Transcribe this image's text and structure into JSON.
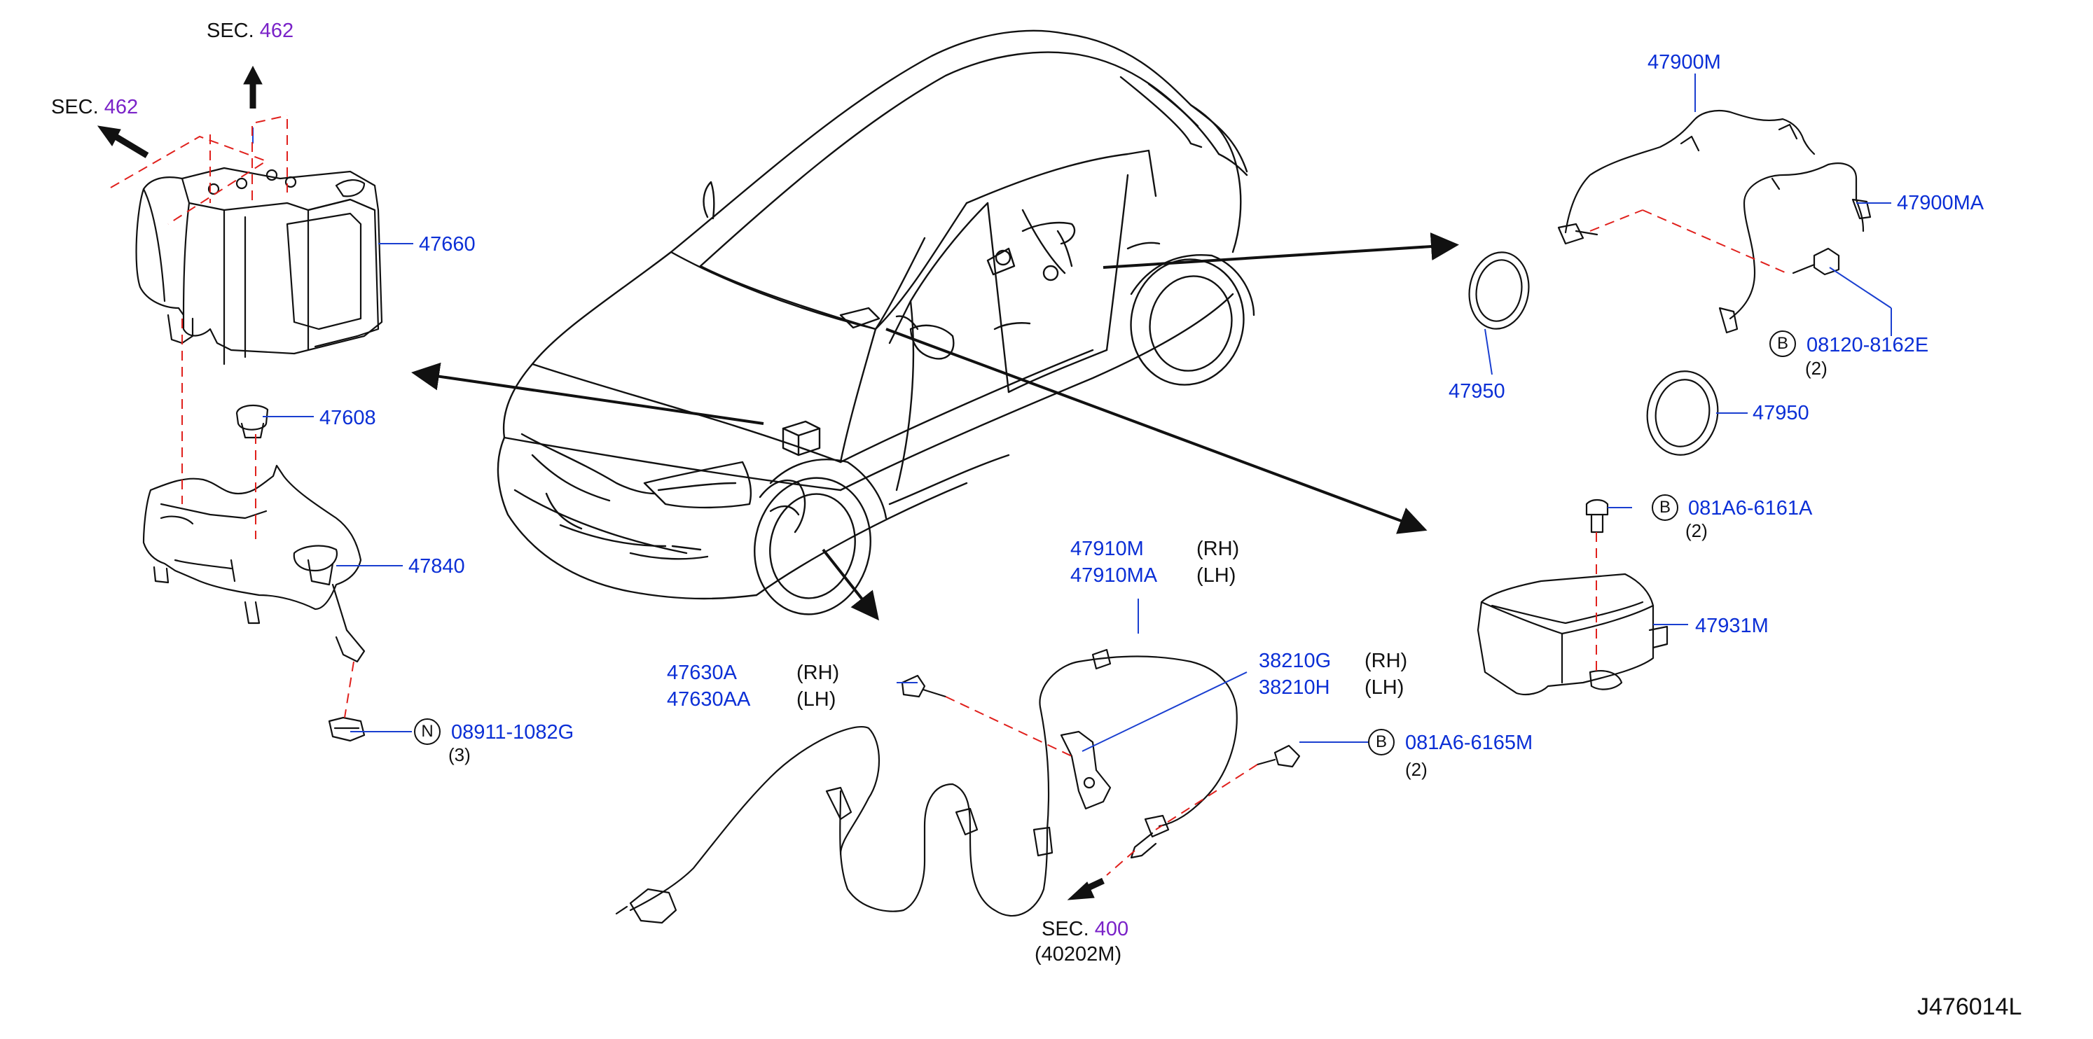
{
  "diagram": {
    "sec_462_top": {
      "prefix": "SEC.",
      "num": "462"
    },
    "sec_462_left": {
      "prefix": "SEC.",
      "num": "462"
    },
    "sec_400": {
      "prefix": "SEC.",
      "num": "400",
      "sub": "(40202M)"
    },
    "parts": {
      "p47660": "47660",
      "p47608": "47608",
      "p47840": "47840",
      "p08911": "08911-1082G",
      "p08911_qty": "(3)",
      "p47900M": "47900M",
      "p47900MA": "47900MA",
      "p08120": "08120-8162E",
      "p08120_qty": "(2)",
      "p47950_a": "47950",
      "p47950_b": "47950",
      "p081A6_top": "081A6-6161A",
      "p081A6_top_qty": "(2)",
      "p47931M": "47931M",
      "p47910M": "47910M",
      "p47910M_side": "(RH)",
      "p47910MA": "47910MA",
      "p47910MA_side": "(LH)",
      "p47630A": "47630A",
      "p47630A_side": "(RH)",
      "p47630AA": "47630AA",
      "p47630AA_side": "(LH)",
      "p38210G": "38210G",
      "p38210G_side": "(RH)",
      "p38210H": "38210H",
      "p38210H_side": "(LH)",
      "p081A6_bot": "081A6-6165M",
      "p081A6_bot_qty": "(2)"
    },
    "badges": {
      "n": "N",
      "b1": "B",
      "b2": "B",
      "b3": "B"
    },
    "ref_code": "J476014L",
    "colors": {
      "part_number": "#0b2fd6",
      "section_number": "#7a22c8",
      "leader": "#1a3fd0",
      "dash": "#e0201c",
      "line": "#111111"
    }
  }
}
